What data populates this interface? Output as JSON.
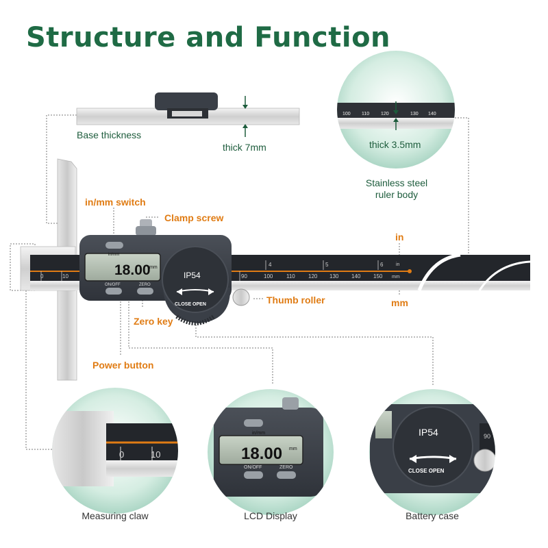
{
  "title": "Structure and Function",
  "labels": {
    "base_thickness": "Base thickness",
    "thick_7mm": "thick 7mm",
    "thick_3_5mm": "thick 3.5mm",
    "stainless_line1": "Stainless steel",
    "stainless_line2": "ruler body",
    "in_mm_switch": "in/mm switch",
    "clamp_screw": "Clamp screw",
    "in": "in",
    "mm": "mm",
    "thumb_roller": "Thumb roller",
    "zero_key": "Zero key",
    "power_button": "Power button",
    "measuring_claw": "Measuring claw",
    "lcd_display": "LCD Display",
    "battery_case": "Battery case"
  },
  "device": {
    "reading": "18.00",
    "unit": "mm",
    "unit_switch": "in/mm",
    "on_off": "ON/OFF",
    "zero": "ZERO",
    "ip_rating": "IP54",
    "close_open": "CLOSE  OPEN",
    "scale_mm": [
      "0",
      "10",
      "90",
      "100",
      "110",
      "120",
      "130",
      "140",
      "150"
    ],
    "scale_in": [
      "4",
      "5",
      "6"
    ],
    "scale_in_unit": "in",
    "scale_mm_unit": "mm",
    "circle_scale": [
      "100",
      "110",
      "120",
      "130",
      "140"
    ],
    "claw_scale": [
      "0",
      "10"
    ],
    "battery_scale": [
      "90"
    ]
  },
  "colors": {
    "accent_green": "#1f6b45",
    "accent_orange": "#e07c14",
    "body_dark": "#3a3f47"
  }
}
